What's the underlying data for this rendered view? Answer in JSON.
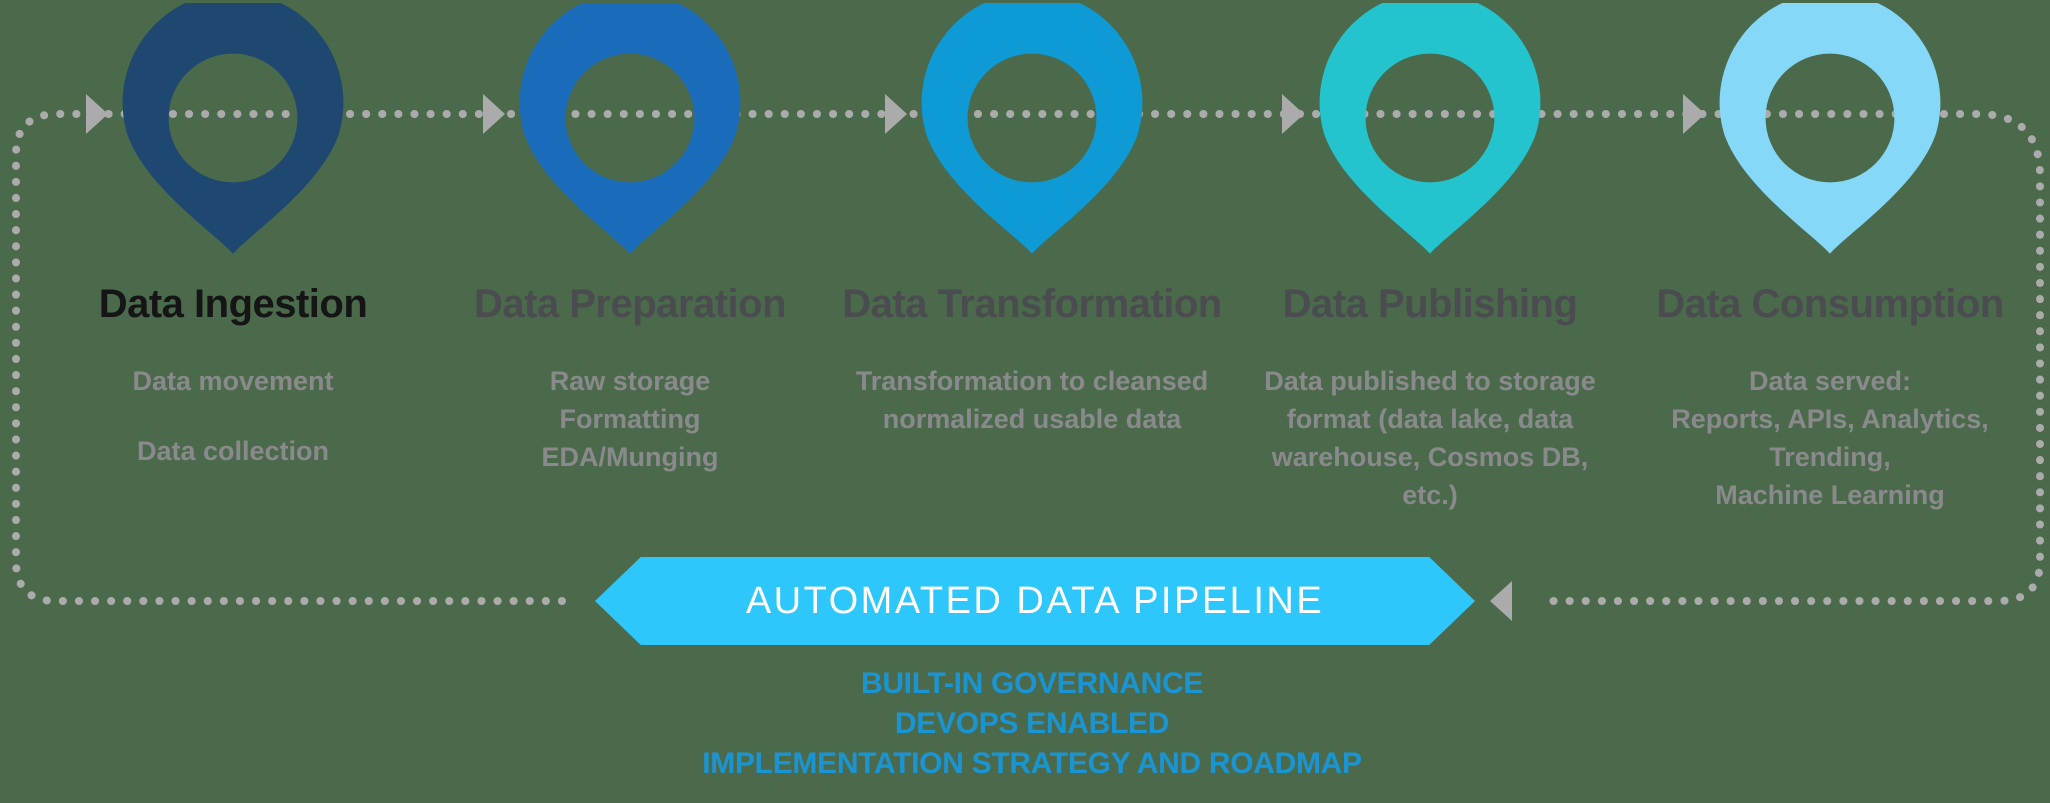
{
  "diagram_title": "Automated data pipeline diagram",
  "stages": [
    {
      "id": "data-ingestion",
      "title": "Data Ingestion",
      "title_color": "#151515",
      "color": "#1F4870",
      "lines": [
        "Data movement",
        "Data collection"
      ],
      "spaced": true
    },
    {
      "id": "data-preparation",
      "title": "Data Preparation",
      "color": "#1A6CBB",
      "lines": [
        "Raw storage",
        "Formatting",
        "EDA/Munging"
      ],
      "spaced": false
    },
    {
      "id": "data-transformation",
      "title": "Data Transformation",
      "color": "#0D9AD5",
      "lines": [
        "Transformation to cleansed",
        "normalized usable data"
      ],
      "spaced": false
    },
    {
      "id": "data-publishing",
      "title": "Data Publishing",
      "color": "#24C4CE",
      "lines": [
        "Data published to storage",
        "format (data lake, data",
        "warehouse, Cosmos DB,",
        "etc.)"
      ],
      "spaced": false
    },
    {
      "id": "data-consumption",
      "title": "Data Consumption",
      "color": "#85D8F7",
      "lines": [
        "Data served:",
        "Reports, APIs, Analytics,",
        "Trending,",
        "Machine Learning"
      ],
      "spaced": false
    }
  ],
  "banner": {
    "label": "AUTOMATED DATA PIPELINE",
    "fill": "#2EC7FB",
    "text_color": "#FFFFFF"
  },
  "captions": [
    "BUILT-IN GOVERNANCE",
    "DEVOPS ENABLED",
    "IMPLEMENTATION STRATEGY AND ROADMAP"
  ],
  "colors": {
    "background": "#4B6A4C",
    "connector": "#ABABAB",
    "stage_title": "#4A4C50",
    "stage_description": "#8A8A8C",
    "caption": "#1A95D4"
  }
}
